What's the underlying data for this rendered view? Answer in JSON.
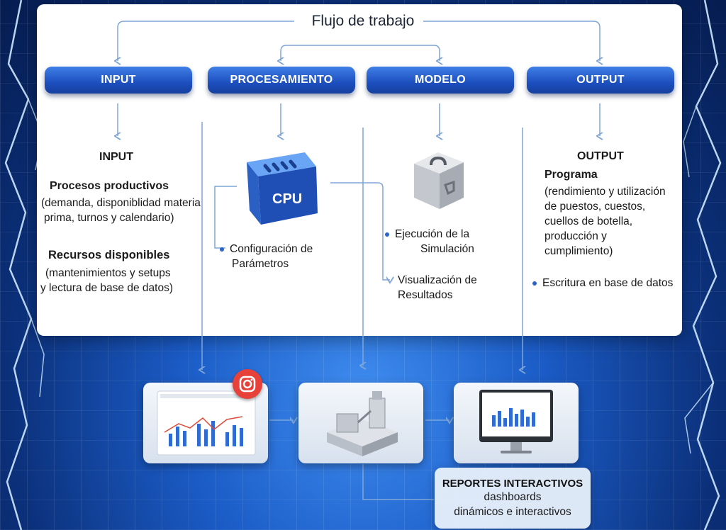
{
  "title": "Flujo de trabajo",
  "stages": {
    "input": "INPUT",
    "procesamiento": "PROCESAMIENTO",
    "modelo": "MODELO",
    "output": "OUTPUT"
  },
  "input_col": {
    "heading": "INPUT",
    "item1_title": "Procesos productivos",
    "item1_detail_1": "(demanda, disponiblidad materia",
    "item1_detail_2": "prima, turnos y calendario)",
    "item2_title": "Recursos disponibles",
    "item2_detail_1": "(mantenimientos y setups",
    "item2_detail_2": "y lectura de base de datos)"
  },
  "proc_col": {
    "cpu_label": "CPU",
    "bullet_1": "Configuración de",
    "bullet_2": "Parámetros"
  },
  "modelo_col": {
    "bullet1_1": "Ejecución de la",
    "bullet1_2": "Simulación",
    "bullet2_1": "Visualización de",
    "bullet2_2": "Resultados"
  },
  "output_col": {
    "heading": "OUTPUT",
    "program_title": "Programa",
    "program_detail": [
      "(rendimiento y utilización",
      "de puestos, cuestos,",
      "cuellos de botella,",
      "producción y",
      "cumplimiento)"
    ],
    "bullet": "Escritura en base de datos"
  },
  "reports": {
    "title": "REPORTES INTERACTIVOS",
    "line1": "dashboards",
    "line2": "dinámicos e interactivos"
  },
  "icons": [
    "cpu-icon",
    "model-cube-icon",
    "instagram-icon",
    "dashboard-icon",
    "machine-icon",
    "monitor-icon"
  ],
  "colors": {
    "accent": "#1d4fbf",
    "connector": "#7fa6d6",
    "badge": "#e8413a"
  }
}
